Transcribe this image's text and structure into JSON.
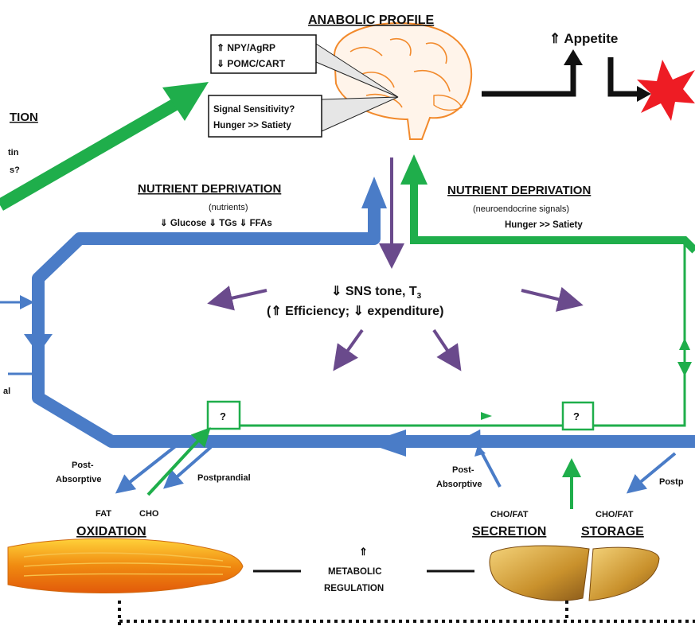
{
  "colors": {
    "blue": "#4a7cc7",
    "green": "#1fae4b",
    "purple": "#6a4a8c",
    "red": "#ee1c24",
    "brain": "#f28a2c",
    "muscle": "#f39a1a",
    "liver": "#c9912c"
  },
  "header": {
    "title": "ANABOLIC PROFILE",
    "box1_line1": "⇑ NPY/AgRP",
    "box1_line2": "⇓ POMC/CART",
    "box2_line1": "Signal Sensitivity?",
    "box2_line2": "Hunger >> Satiety",
    "appetite": "⇑ Appetite"
  },
  "left_edge": {
    "title_fragment": "TION",
    "line1": "tin",
    "line2": "s?",
    "bottom_fragment": "al"
  },
  "nutrient_left": {
    "title": "NUTRIENT DEPRIVATION",
    "sub": "(nutrients)",
    "items": "⇓ Glucose  ⇓ TGs  ⇓ FFAs"
  },
  "nutrient_right": {
    "title": "NUTRIENT DEPRIVATION",
    "sub": "(neuroendocrine signals)",
    "items": "Hunger >> Satiety"
  },
  "center": {
    "line1": "⇓ SNS tone, T",
    "line1_sub": "3",
    "line2": "(⇑ Efficiency; ⇓ expenditure)"
  },
  "nodes": {
    "q1": "?",
    "q2": "?"
  },
  "lower_left": {
    "post": "Post-",
    "absorptive": "Absorptive",
    "postprandial": "Postprandial",
    "fat": "FAT",
    "cho": "CHO",
    "oxidation": "OXIDATION"
  },
  "lower_right": {
    "post": "Post-",
    "absorptive": "Absorptive",
    "postp": "Postp",
    "chofat1": "CHO/FAT",
    "chofat2": "CHO/FAT",
    "secretion": "SECRETION",
    "storage": "STORAGE"
  },
  "bottom": {
    "arrow": "⇑",
    "metabolic": "METABOLIC",
    "regulation": "REGULATION"
  }
}
